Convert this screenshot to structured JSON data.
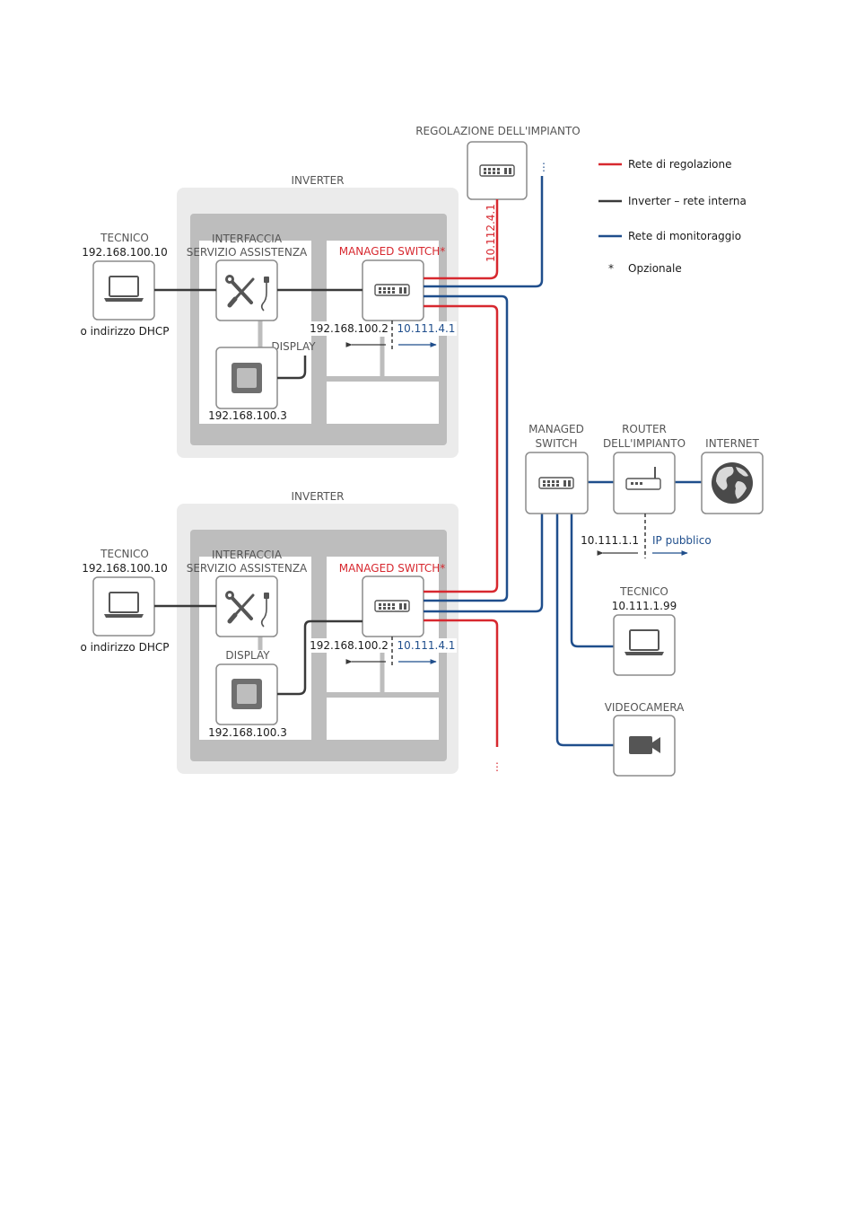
{
  "legend": {
    "red": "Rete di regolazione",
    "black": "Inverter – rete interna",
    "blue": "Rete di monitoraggio",
    "optional_star": "*",
    "optional": "Opzionale"
  },
  "plant_control": {
    "title": "REGOLAZIONE DELL'IMPIANTO",
    "ip": "10.112.4.1"
  },
  "inverter_top": {
    "title": "INVERTER",
    "technician_title": "TECNICO",
    "technician_ip": "192.168.100.10",
    "technician_dhcp": "o indirizzo DHCP",
    "service_line1": "INTERFACCIA",
    "service_line2": "SERVIZIO ASSISTENZA",
    "switch_label": "MANAGED SWITCH*",
    "display_label": "DISPLAY",
    "display_ip": "192.168.100.3",
    "switch_internal_ip": "192.168.100.2",
    "switch_monitor_ip": "10.111.4.1"
  },
  "inverter_bottom": {
    "title": "INVERTER",
    "technician_title": "TECNICO",
    "technician_ip": "192.168.100.10",
    "technician_dhcp": "o indirizzo DHCP",
    "service_line1": "INTERFACCIA",
    "service_line2": "SERVIZIO ASSISTENZA",
    "switch_label": "MANAGED SWITCH*",
    "display_label": "DISPLAY",
    "display_ip": "192.168.100.3",
    "switch_internal_ip": "192.168.100.2",
    "switch_monitor_ip": "10.111.4.1"
  },
  "monitoring": {
    "managed_switch_line1": "MANAGED",
    "managed_switch_line2": "SWITCH",
    "router_line1": "ROUTER",
    "router_line2": "DELL'IMPIANTO",
    "internet": "INTERNET",
    "router_lan_ip": "10.111.1.1",
    "router_wan": "IP pubblico",
    "technician_title": "TECNICO",
    "technician_ip": "10.111.1.99",
    "camera": "VIDEOCAMERA"
  },
  "ellipsis": "⋮",
  "icons": [
    "switch-icon",
    "laptop-icon",
    "tools-icon",
    "display-icon",
    "router-icon",
    "globe-icon",
    "camera-icon"
  ],
  "colors": {
    "control_network": "#d7282f",
    "internal_network": "#3a3a3a",
    "monitoring_network": "#1f4e8c"
  }
}
